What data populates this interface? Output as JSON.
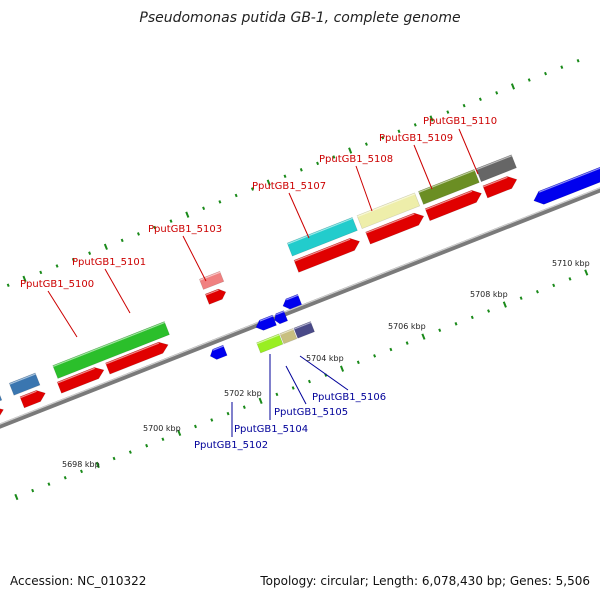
{
  "title": "Pseudomonas putida GB-1, complete genome",
  "accession": "Accession: NC_010322",
  "summary": "Topology: circular; Length: 6,078,430 bp; Genes: 5,506",
  "colors": {
    "backbone": "#7a7a7a",
    "label_forward": "#cc0000",
    "label_reverse": "#000099",
    "tick": "#1a8a1a"
  },
  "axis_labels": [
    "5698 kbp",
    "5700 kbp",
    "5702 kbp",
    "5704 kbp",
    "5706 kbp",
    "5708 kbp",
    "5710 kbp"
  ],
  "gene_labels_upper": [
    "PputGB1_5100",
    "PputGB1_5101",
    "PputGB1_5103",
    "PputGB1_5107",
    "PputGB1_5108",
    "PputGB1_5109",
    "PputGB1_5110"
  ],
  "gene_labels_lower": [
    "PputGB1_5102",
    "PputGB1_5104",
    "PputGB1_5105",
    "PputGB1_5106"
  ]
}
